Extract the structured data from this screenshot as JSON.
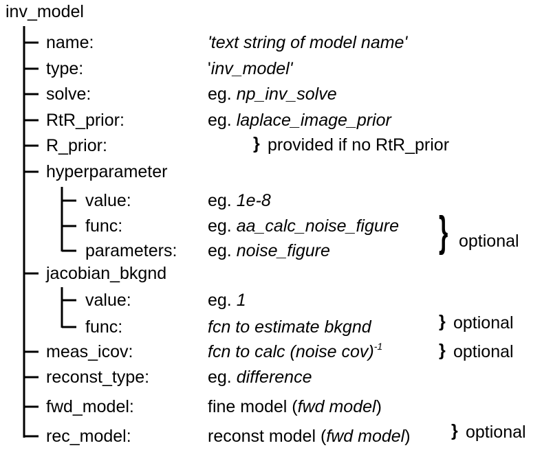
{
  "root": "inv_model",
  "fields": {
    "name": {
      "key": "name:",
      "val": "'text string of model name'"
    },
    "type": {
      "key": "type:",
      "pre": "'",
      "val": "inv_model'"
    },
    "solve": {
      "key": "solve:",
      "pre": "eg. ",
      "val": "np_inv_solve"
    },
    "rtr_prior": {
      "key": "RtR_prior:",
      "pre": "eg. ",
      "val": "laplace_image_prior"
    },
    "r_prior": {
      "key": "R_prior:",
      "note": "provided if no RtR_prior"
    },
    "hyperparameter": {
      "key": "hyperparameter",
      "value": {
        "key": "value:",
        "pre": "eg. ",
        "val": "1e-8"
      },
      "func": {
        "key": "func:",
        "pre": "eg. ",
        "val": "aa_calc_noise_figure"
      },
      "parameters": {
        "key": "parameters:",
        "pre": "eg. ",
        "val": "noise_figure"
      },
      "note": "optional"
    },
    "jacobian_bkgnd": {
      "key": "jacobian_bkgnd",
      "value": {
        "key": "value:",
        "pre": "eg. ",
        "val": "1"
      },
      "func": {
        "key": "func:",
        "val": "fcn to estimate bkgnd"
      },
      "note": "optional"
    },
    "meas_icov": {
      "key": "meas_icov:",
      "val": "fcn to calc (noise cov)",
      "sup": "-1",
      "note": "optional"
    },
    "reconst_type": {
      "key": "reconst_type:",
      "pre": "eg. ",
      "val": "difference"
    },
    "fwd_model": {
      "key": "fwd_model:",
      "pre": "fine model (",
      "val": "fwd model",
      "post": ")"
    },
    "rec_model": {
      "key": "rec_model:",
      "pre": "reconst model (",
      "val": "fwd model",
      "post": ")",
      "note": "optional"
    }
  },
  "brace_symbol": "}"
}
